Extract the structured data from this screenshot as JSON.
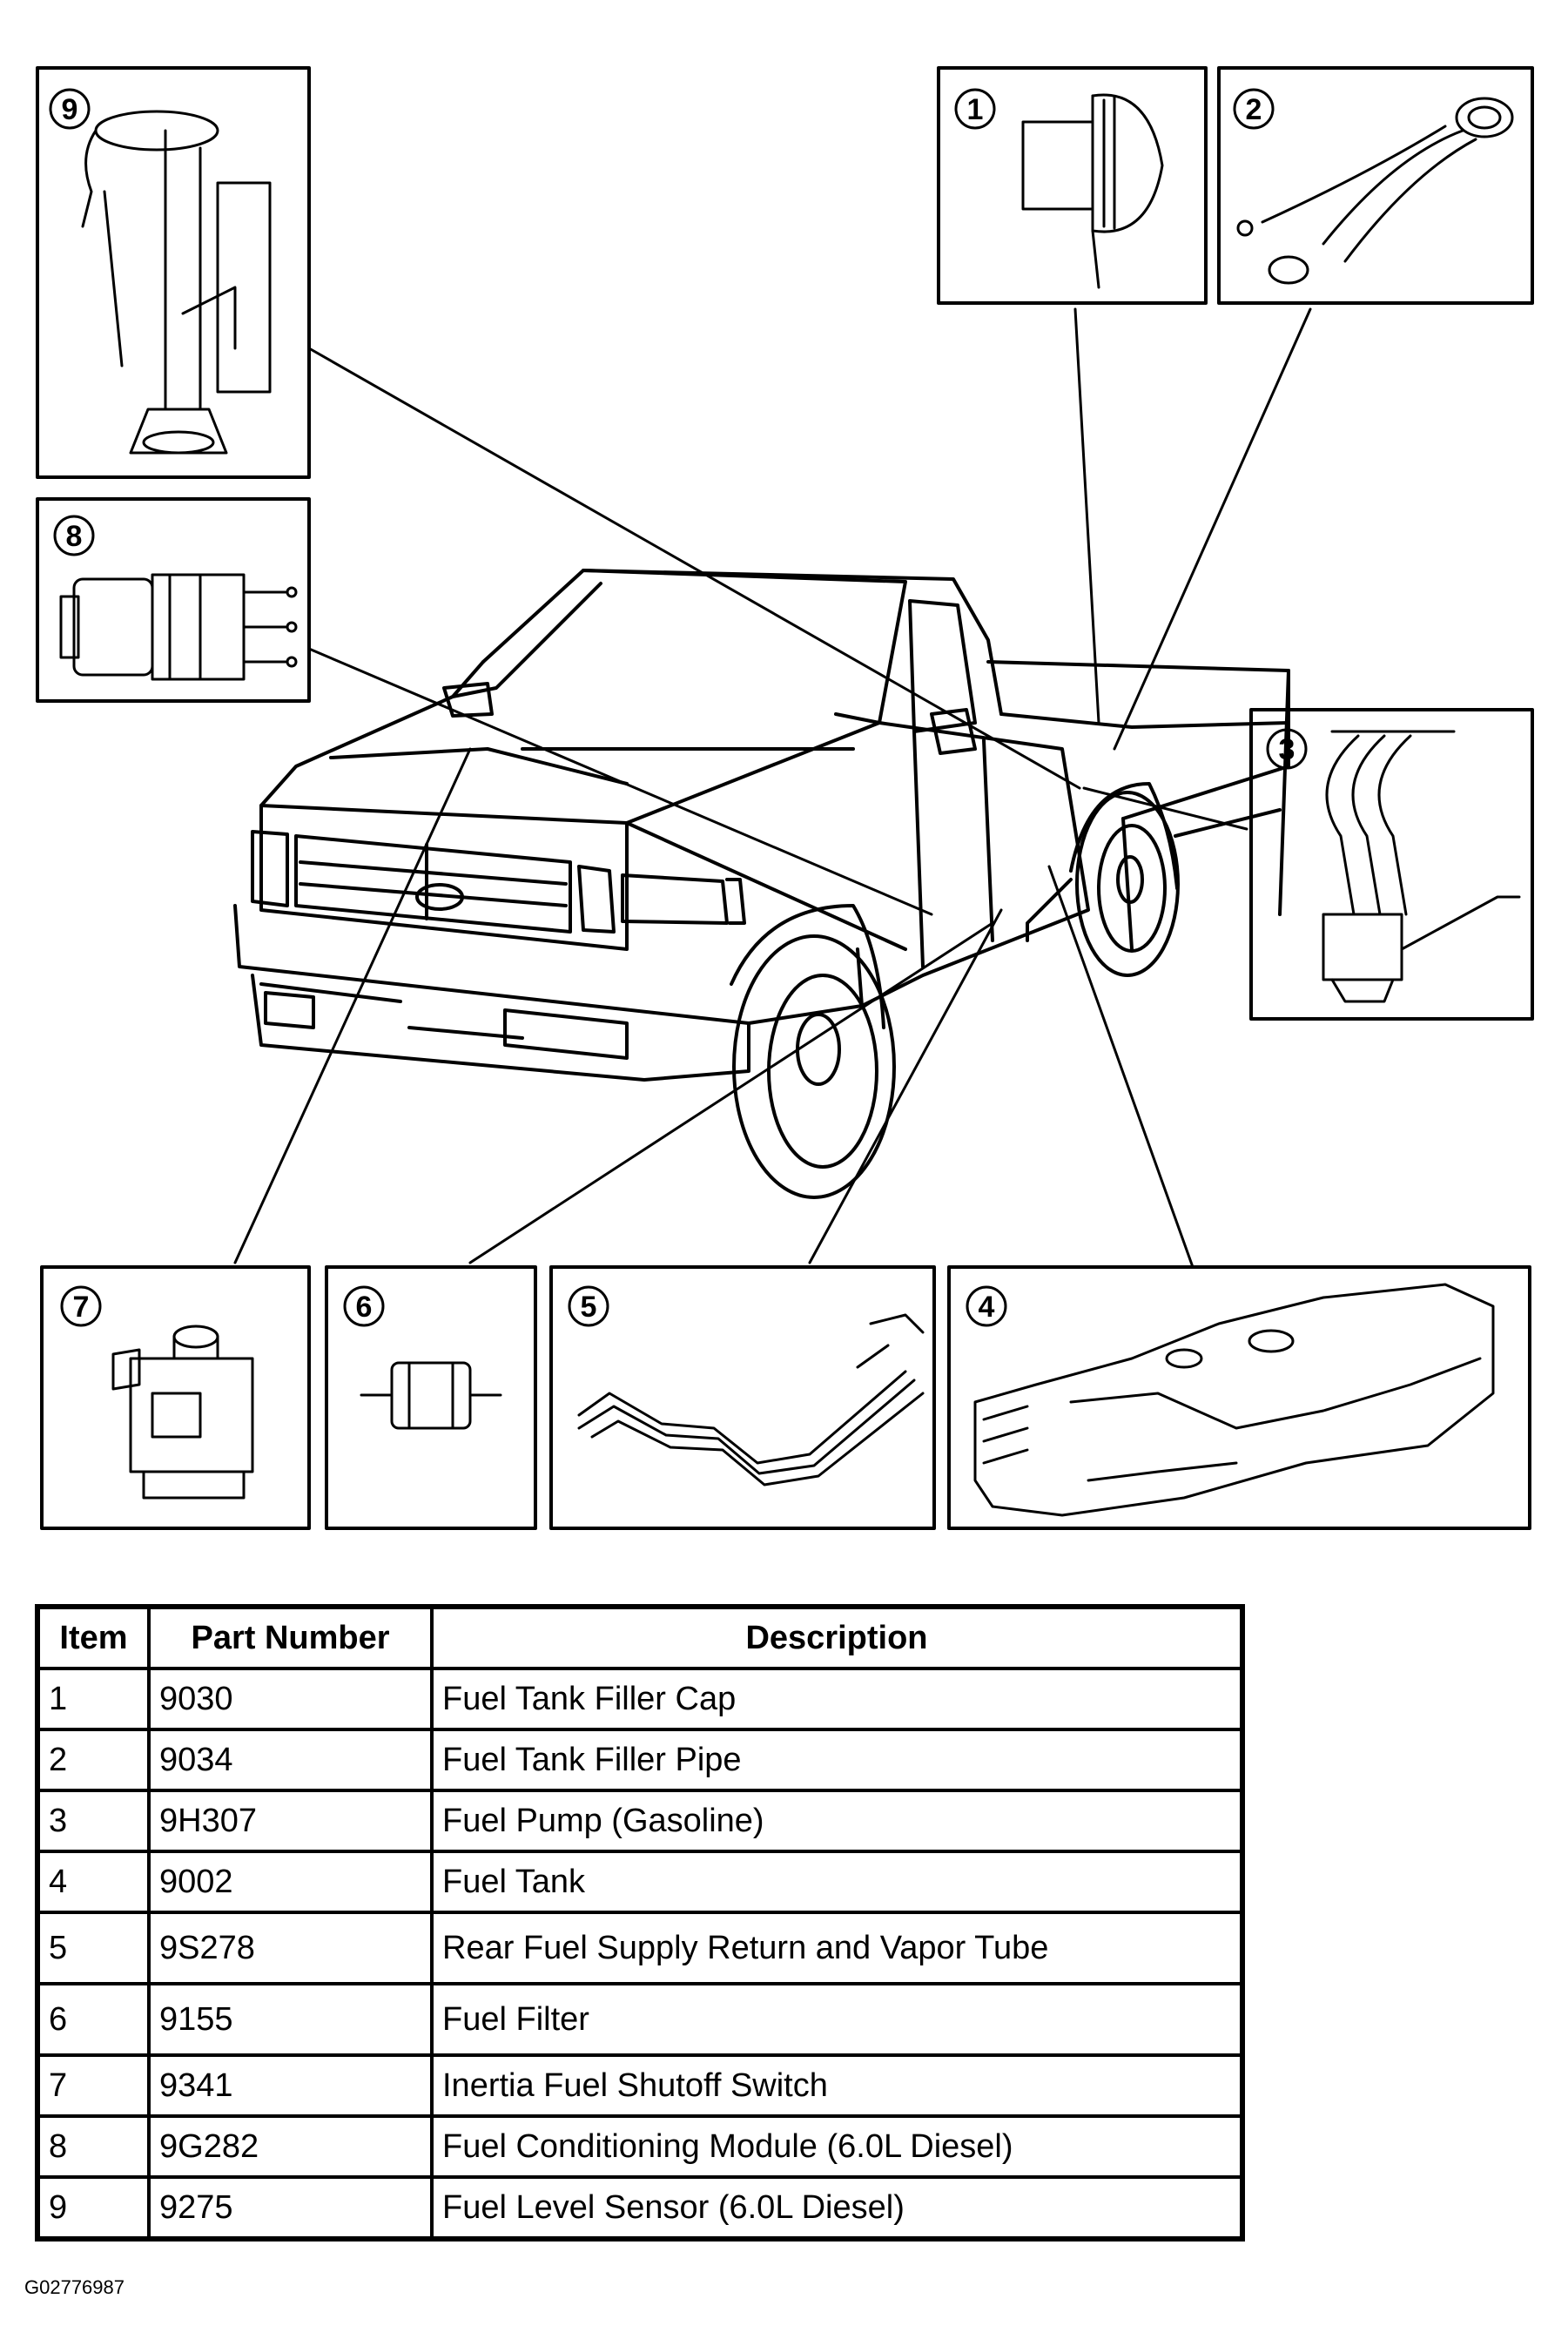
{
  "callouts": [
    {
      "num": "1",
      "icon": "fuel-tank-filler-cap"
    },
    {
      "num": "2",
      "icon": "fuel-tank-filler-pipe"
    },
    {
      "num": "3",
      "icon": "fuel-pump"
    },
    {
      "num": "4",
      "icon": "fuel-tank"
    },
    {
      "num": "5",
      "icon": "fuel-supply-return-vapor-tube"
    },
    {
      "num": "6",
      "icon": "fuel-filter"
    },
    {
      "num": "7",
      "icon": "inertia-fuel-shutoff-switch"
    },
    {
      "num": "8",
      "icon": "fuel-conditioning-module"
    },
    {
      "num": "9",
      "icon": "fuel-level-sensor"
    }
  ],
  "table": {
    "headers": [
      "Item",
      "Part Number",
      "Description"
    ],
    "rows": [
      [
        "1",
        "9030",
        "Fuel Tank Filler Cap"
      ],
      [
        "2",
        "9034",
        "Fuel Tank Filler Pipe"
      ],
      [
        "3",
        "9H307",
        "Fuel Pump (Gasoline)"
      ],
      [
        "4",
        "9002",
        "Fuel Tank"
      ],
      [
        "5",
        "9S278",
        "Rear Fuel Supply Return and Vapor Tube"
      ],
      [
        "6",
        "9155",
        "Fuel Filter"
      ],
      [
        "7",
        "9341",
        "Inertia Fuel Shutoff Switch"
      ],
      [
        "8",
        "9G282",
        "Fuel Conditioning Module (6.0L Diesel)"
      ],
      [
        "9",
        "9275",
        "Fuel Level Sensor (6.0L Diesel)"
      ]
    ]
  },
  "figure_id": "G02776987",
  "colors": {
    "ink": "#000000",
    "paper": "#ffffff"
  }
}
